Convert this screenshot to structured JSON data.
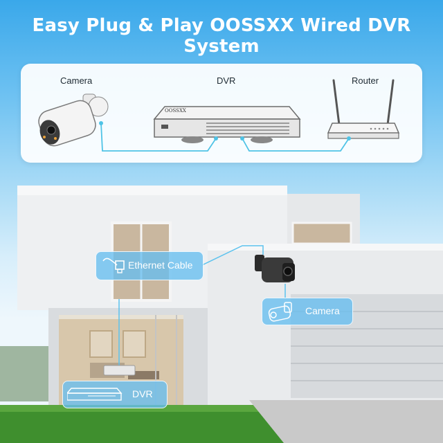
{
  "headline": "Easy Plug & Play OOSSXX Wired DVR System",
  "diagram": {
    "camera_label": "Camera",
    "dvr_label": "DVR",
    "router_label": "Router",
    "dvr_brand": "OOSSXX"
  },
  "callouts": {
    "ethernet": "Ethernet Cable",
    "camera": "Camera",
    "dvr": "DVR"
  },
  "colors": {
    "sky_top": "#3aa8ea",
    "cable": "#4fc3e6",
    "callout_bg": "#66bef0",
    "grass": "#3f8f2e"
  }
}
